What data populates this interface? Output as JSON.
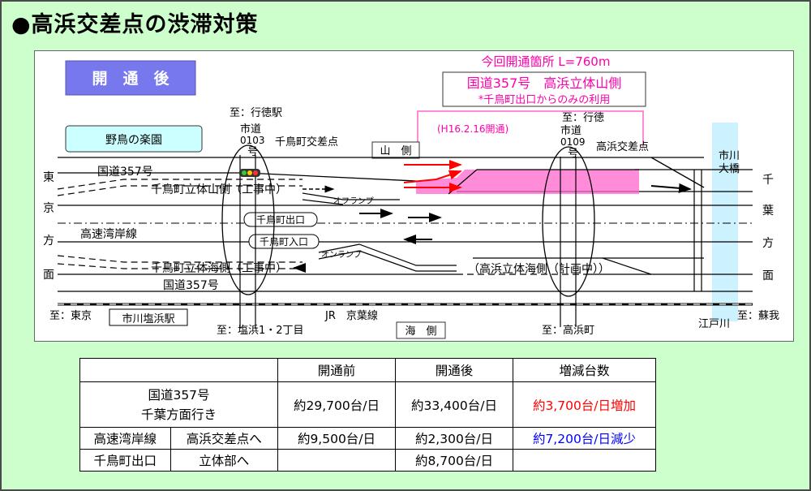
{
  "title": "●高浜交差点の渋滞対策",
  "diagram": {
    "badge": "開　通　後",
    "park": "野鳥の楽園",
    "new_section": {
      "heading": "今回開通箇所 L=760m",
      "name": "国道357号　高浜立体山側",
      "note": "*千鳥町出口からのみの利用",
      "date": "(H16.2.16開通)"
    },
    "labels": {
      "to_gyotoku_1": "至：行徳駅",
      "road_0103_a": "市道",
      "road_0103_b": "0103",
      "road_0103_c": "号",
      "chidori_intersection": "千鳥町交差点",
      "yama_side": "山　側",
      "to_gyotoku_2": "至：行徳",
      "road_0109_a": "市道",
      "road_0109_b": "0109",
      "road_0109_c": "号",
      "takahama_intersection": "高浜交差点",
      "ichikawa_bridge_a": "市川",
      "ichikawa_bridge_b": "大橋",
      "route357_north": "国道357号",
      "chidori_yama": "千鳥町立体山側（工事中）",
      "off_ramp": "オフランプ",
      "chidori_exit": "千鳥町出口",
      "wangan": "高速湾岸線",
      "chidori_entrance": "千鳥町入口",
      "on_ramp": "オンランプ",
      "chidori_umi": "千鳥町立体海側（工事中）",
      "takahama_umi": "（高浜立体海側（計画中））",
      "route357_south": "国道357号",
      "to_tokyo": "至：東京",
      "ichikawa_shiohama": "市川塩浜駅",
      "jr_line": "JR　京葉線",
      "to_shiohama": "至：塩浜1・2丁目",
      "umi_side": "海　側",
      "to_takahama": "至：高浜町",
      "edogawa": "江戸川",
      "to_soga": "至：蘇我",
      "tokyo_dir": [
        "東",
        "京",
        "方",
        "面"
      ],
      "chiba_dir": [
        "千",
        "葉",
        "方",
        "面"
      ]
    }
  },
  "table": {
    "headers": [
      "",
      "開通前",
      "開通後",
      "増減台数"
    ],
    "row1": {
      "label": "国道357号\n千葉方面行き",
      "before": "約29,700台/日",
      "after": "約33,400台/日",
      "change": "約3,700台/日増加"
    },
    "row2": {
      "label_a": "高速湾岸線",
      "label_b": "高浜交差点へ",
      "before": "約9,500台/日",
      "after": "約2,300台/日",
      "change": "約7,200台/日減少"
    },
    "row3": {
      "label_a": "千鳥町出口",
      "label_b": "立体部へ",
      "before": "",
      "after": "約8,700台/日",
      "change": ""
    },
    "colors": {
      "increase": "#ff0000",
      "decrease": "#0000ff"
    }
  },
  "colors": {
    "background": "#ccffcc",
    "new_section": "#ff66cc",
    "label_box": "#ccffff",
    "badge": "#7777ee",
    "bridge": "#ccf2ff",
    "arrow_red": "#ff0000"
  }
}
